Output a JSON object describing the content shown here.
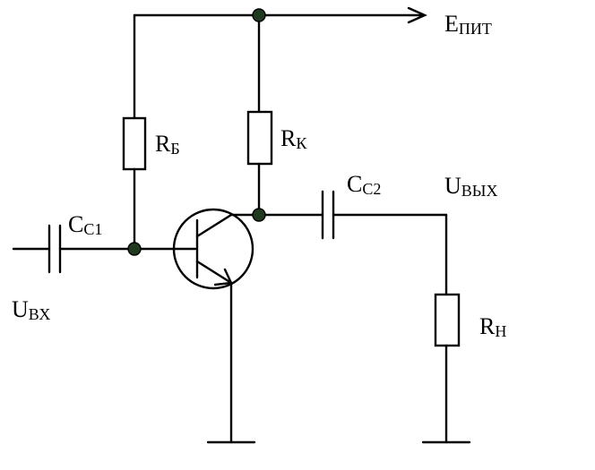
{
  "labels": {
    "supply": {
      "main": "E",
      "sub": "ПИТ"
    },
    "rb": {
      "main": "R",
      "sub": "Б"
    },
    "rk": {
      "main": "R",
      "sub": "К"
    },
    "cc1": {
      "main": "C",
      "sub": "C1"
    },
    "cc2": {
      "main": "C",
      "sub": "C2"
    },
    "uvyh": {
      "main": "U",
      "sub": "ВЫХ"
    },
    "uvh": {
      "main": "U",
      "sub": "ВХ"
    },
    "rn": {
      "main": "R",
      "sub": "Н"
    }
  },
  "colors": {
    "wire": "#000000",
    "node": "#1f3a1f"
  }
}
